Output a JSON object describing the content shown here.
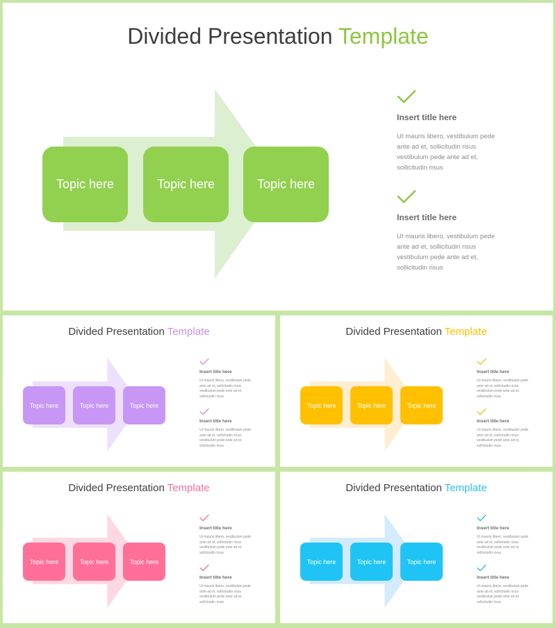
{
  "title_prefix": "Divided Presentation",
  "title_accent": "Template",
  "topic_label": "Topic here",
  "info_title": "Insert title here",
  "info_body": "Ut mauris libero, vestibulum pede ante ad et, sollicitudin risus vestibulum pede ante ad et, sollicitudin risus",
  "icon": "checkmark-icon",
  "themes": [
    {
      "name": "green",
      "accent": "#8cc63f",
      "box": "#92d050",
      "arrow": "#dcefd0",
      "check": "#8cc63f"
    },
    {
      "name": "purple",
      "accent": "#c88df0",
      "box": "#c896f4",
      "arrow": "#ede0fd",
      "check": "#c88df0"
    },
    {
      "name": "yellow",
      "accent": "#ffc000",
      "box": "#ffc000",
      "arrow": "#ffeed1",
      "check": "#e8c020"
    },
    {
      "name": "pink",
      "accent": "#f36d9c",
      "box": "#ff6f97",
      "arrow": "#fdd8e3",
      "check": "#ef6f98"
    },
    {
      "name": "blue",
      "accent": "#29bff0",
      "box": "#1fc4f5",
      "arrow": "#d3ebfc",
      "check": "#29b5e8"
    }
  ]
}
